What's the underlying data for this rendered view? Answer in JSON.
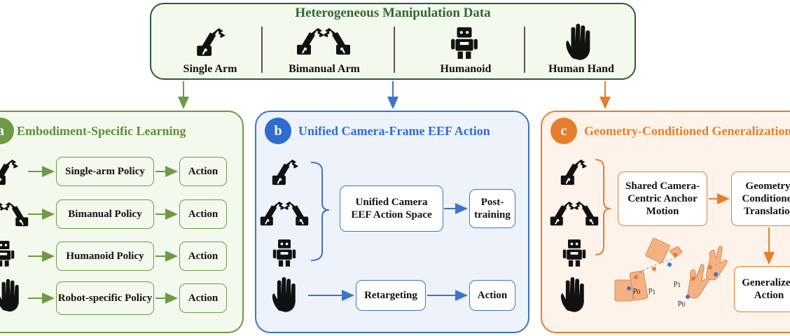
{
  "top": {
    "title": "Heterogeneous Manipulation Data",
    "labels": [
      "Single Arm",
      "Bimanual Arm",
      "Humanoid",
      "Human Hand"
    ]
  },
  "panel_a": {
    "badge": "a",
    "title": "Embodiment-Specific Learning",
    "policies": [
      "Single-arm Policy",
      "Bimanual Policy",
      "Humanoid Policy",
      "Robot-specific Policy"
    ],
    "action": "Action"
  },
  "panel_b": {
    "badge": "b",
    "title": "Unified Camera-Frame EEF Action",
    "space": "Unified Camera EEF Action Space",
    "post": "Post-training",
    "retarget": "Retargeting",
    "action": "Action"
  },
  "panel_c": {
    "badge": "c",
    "title": "Geometry-Conditioned Generalization",
    "shared": "Shared Camera-Centric Anchor Motion",
    "geom": "Geometry-Conditioned Translation",
    "gen": "Generalized Action",
    "p0": "p",
    "p1": "p",
    "sub0": "0",
    "sub1": "1"
  },
  "colors": {
    "green": "#6d9b45",
    "blue": "#3f73c9",
    "orange": "#e57f2e",
    "topBorder": "#2f5a33"
  }
}
